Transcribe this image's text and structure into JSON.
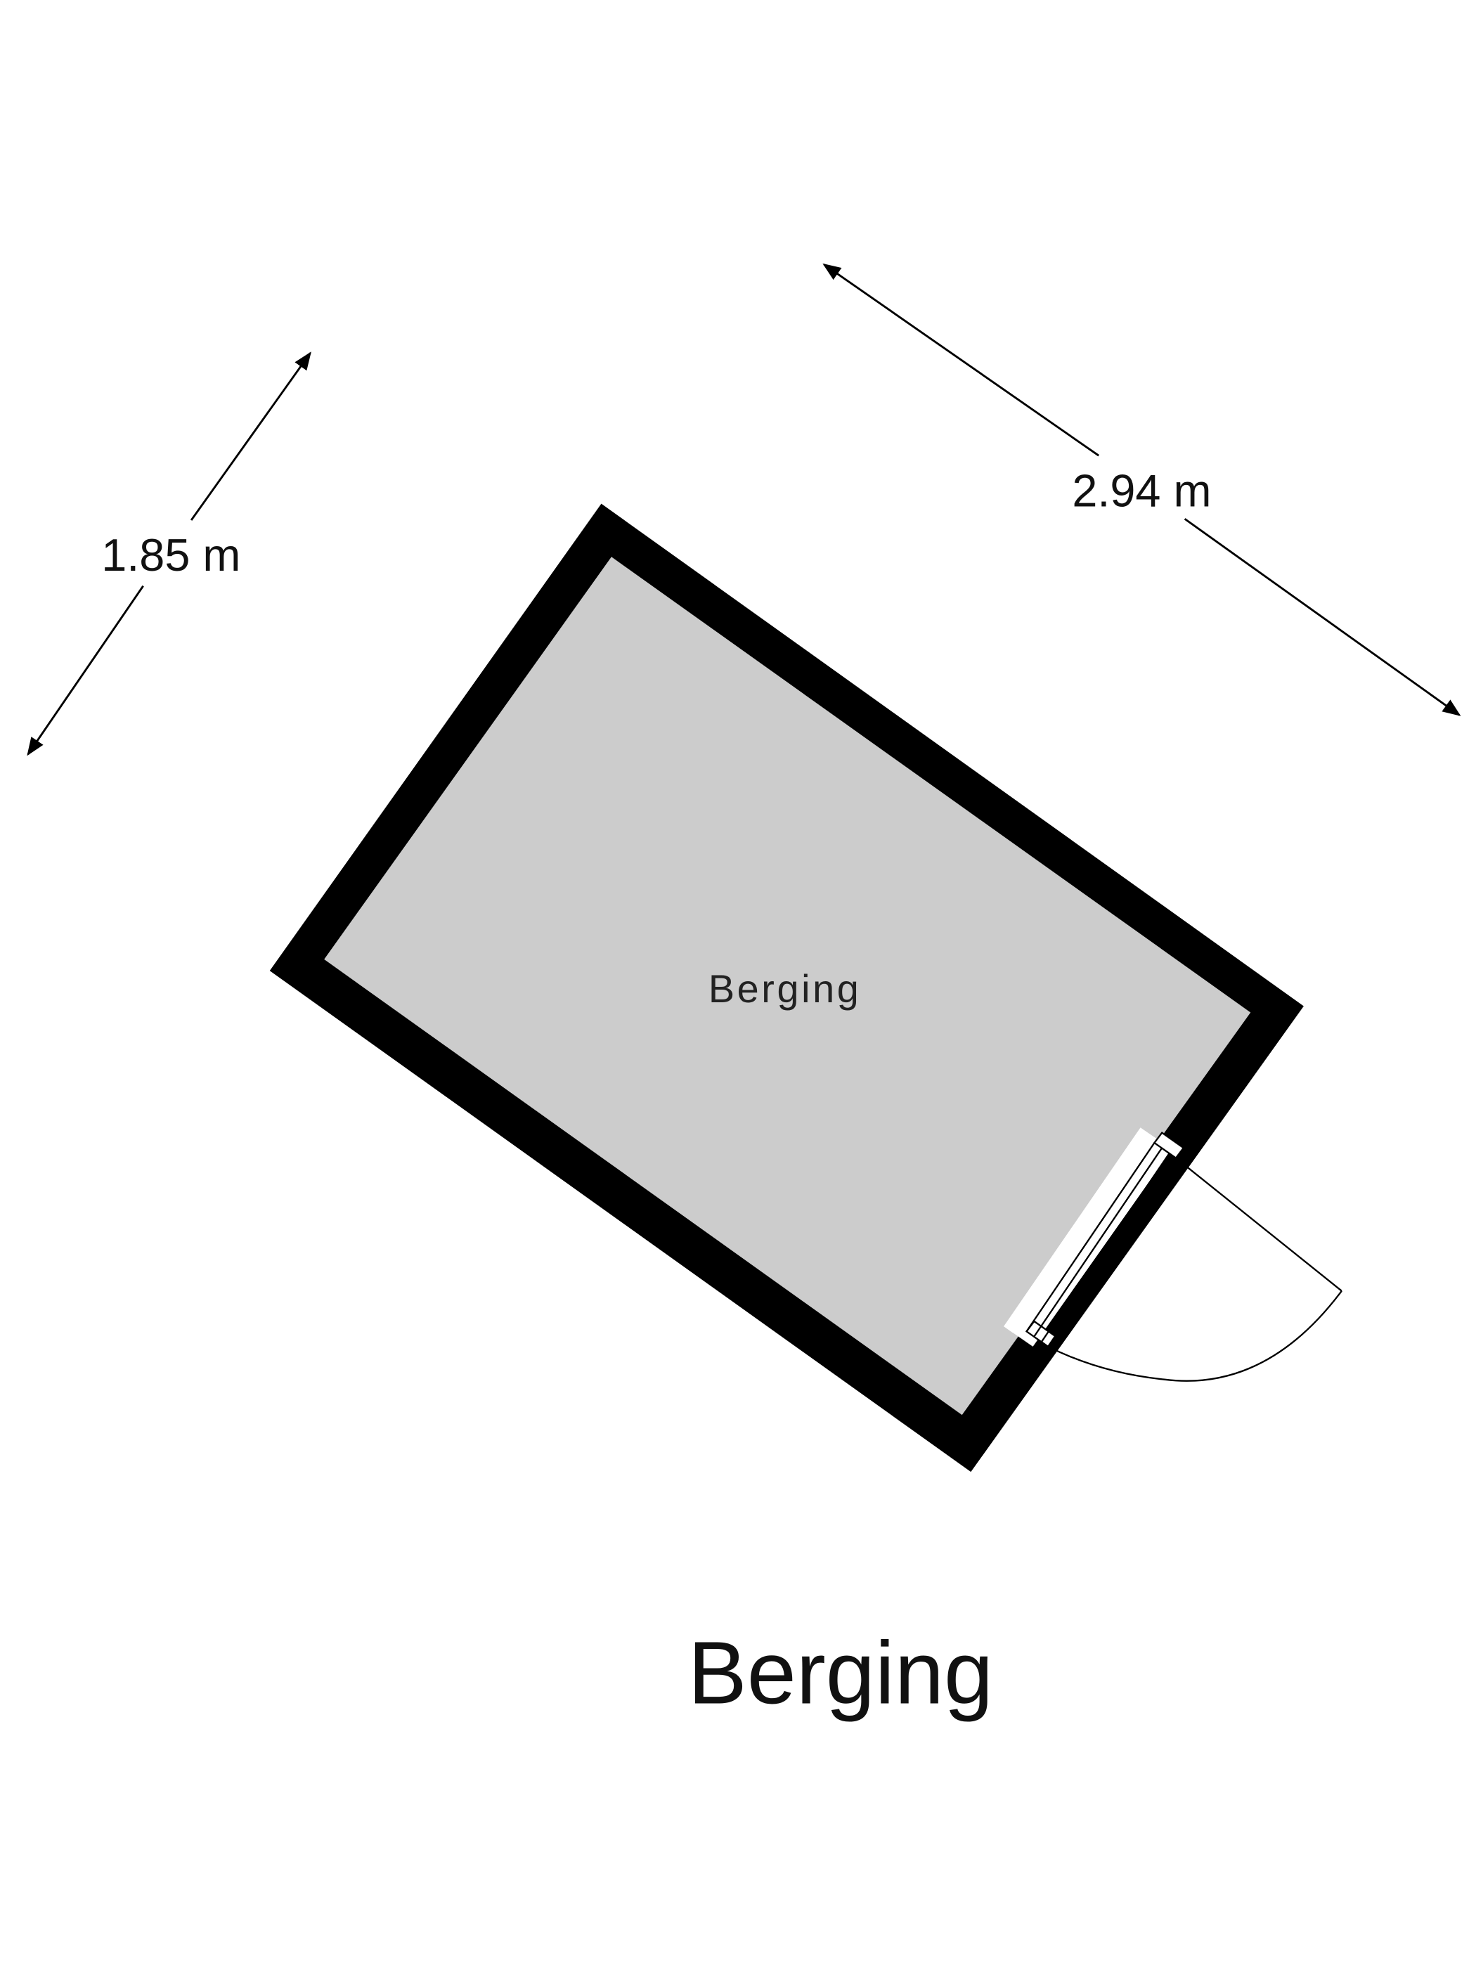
{
  "floor_title": "Berging",
  "room_label": "Berging",
  "dimensions": {
    "width": "2.94 m",
    "depth": "1.85 m"
  },
  "colors": {
    "wall": "#000000",
    "floor": "#cccccc",
    "background": "#ffffff"
  }
}
